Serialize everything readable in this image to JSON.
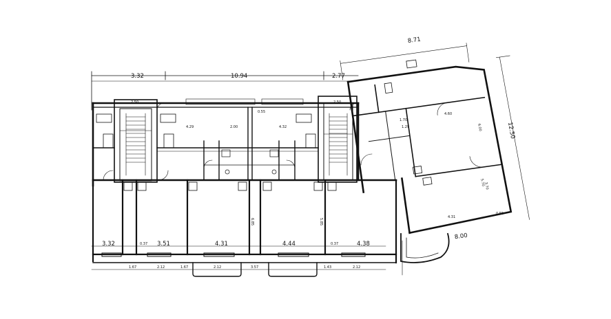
{
  "colors": {
    "ink": "#111111",
    "paper": "#ffffff"
  },
  "dimensions": {
    "top_left": "3.32",
    "top_mid": "10.94",
    "top_right": "2.77",
    "wing_top": "8.71",
    "wing_side": "12.50",
    "wing_bay": "8.00",
    "stair_left": "2.50",
    "stair_right": "2.50",
    "room_429": "4.29",
    "room_200": "2.00",
    "room_432": "4.32",
    "hall_055": "0.55",
    "wing_460": "4.60",
    "bottom": [
      "3.32",
      "0.37",
      "3.51",
      "4.31",
      "4.44",
      "0.37",
      "4.38"
    ],
    "bottom_sub": [
      "1.67",
      "2.12",
      "1.67",
      "2.12",
      "3.57",
      "1.43",
      "2.12"
    ],
    "side_high": [
      "6.85",
      "5.85"
    ],
    "wing_small": [
      "1.29",
      "5.70",
      "4.31",
      "6.00",
      "3.70",
      "0.55",
      "1.70"
    ]
  }
}
